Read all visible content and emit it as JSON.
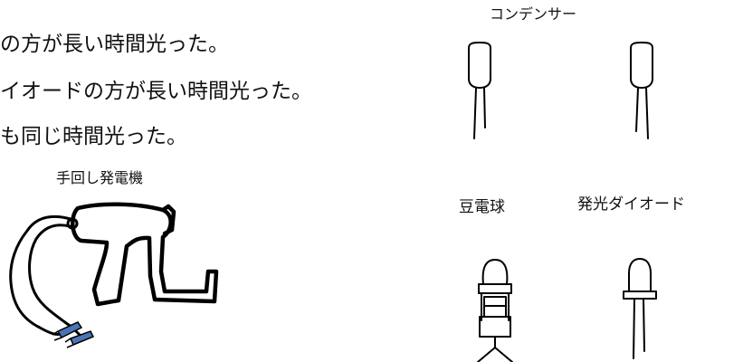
{
  "statements": [
    "の方が長い時間光った。",
    "イオードの方が長い時間光った。",
    "も同じ時間光った。"
  ],
  "labels": {
    "hand_generator": "手回し発電機",
    "capacitor": "コンデンサー",
    "bulb": "豆電球",
    "led": "発光ダイオード"
  },
  "colors": {
    "text": "#111111",
    "clip": "#4a74b5"
  }
}
